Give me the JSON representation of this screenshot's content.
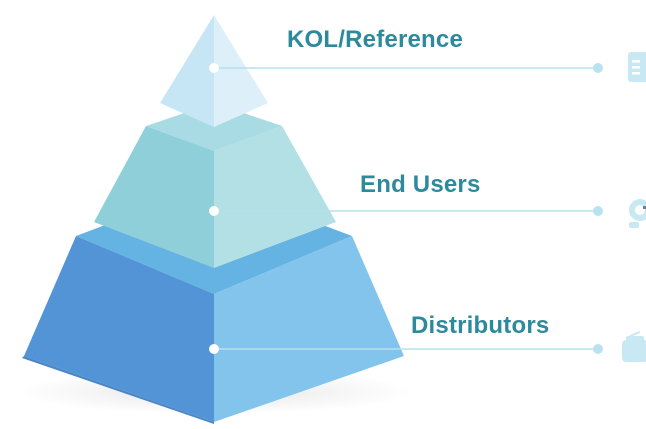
{
  "diagram": {
    "type": "pyramid",
    "tiers": [
      {
        "id": "top",
        "label": "KOL/Reference",
        "color": "#c9e6f4"
      },
      {
        "id": "middle",
        "label": "End Users",
        "color": "#8fd0da"
      },
      {
        "id": "bottom",
        "label": "Distributors",
        "color": "#5aa0dc"
      }
    ],
    "label_color": "#2d8a9c",
    "connector_color": "#b5e0ee",
    "side_icon_color": "#c8e8f4"
  }
}
